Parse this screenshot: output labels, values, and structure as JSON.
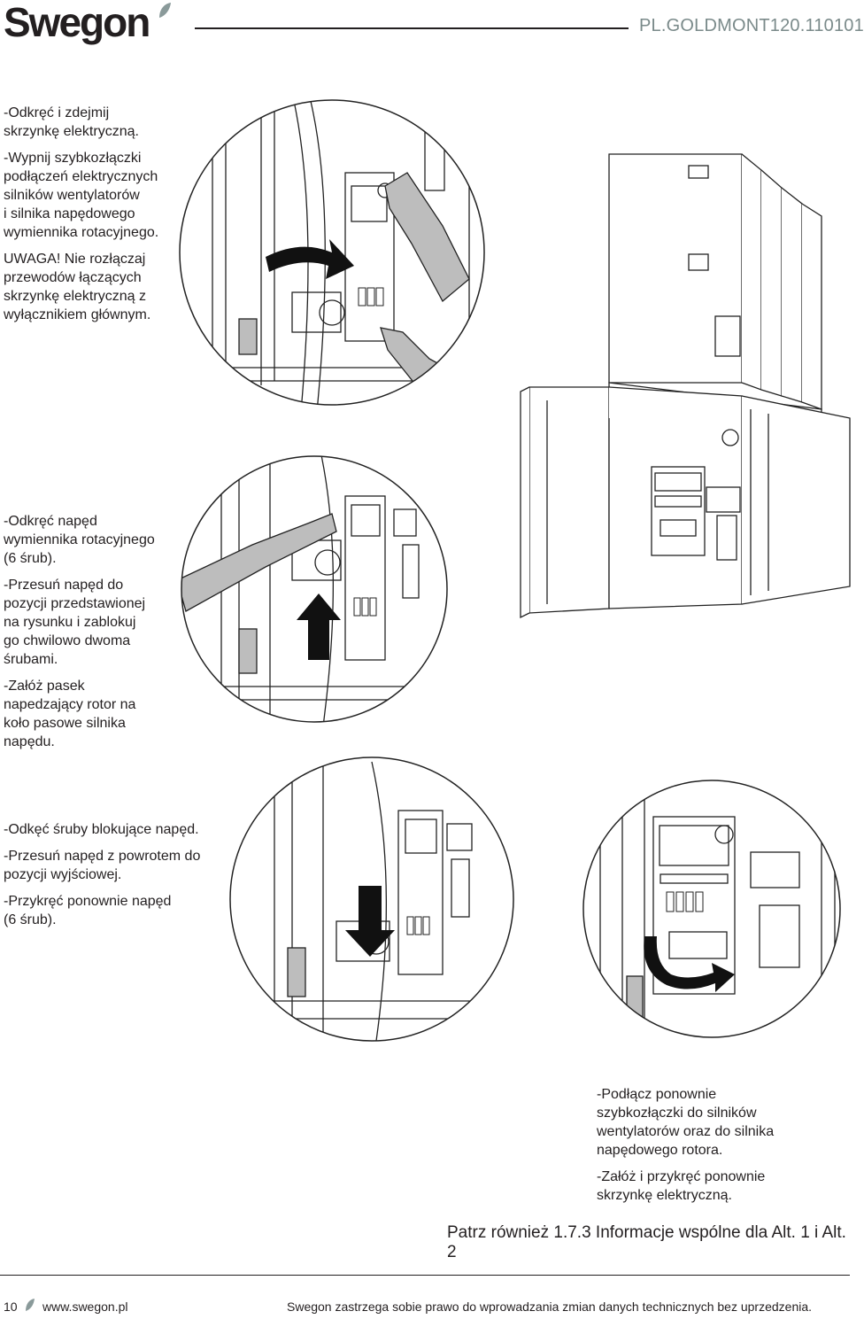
{
  "header": {
    "logo_text": "Swegon",
    "doc_code": "PL.GOLDMONT120.110101"
  },
  "steps": [
    {
      "paragraphs": [
        "-Odkręć i zdejmij\nskrzynkę elektryczną.",
        "-Wypnij szybkozłączki\npodłączeń elektrycznych\nsilników wentylatorów\ni silnika napędowego\nwymiennika rotacyjnego.",
        "UWAGA! Nie rozłączaj\nprzewodów łączących\nskrzynkę elektryczną z\nwyłącznikiem głównym."
      ]
    },
    {
      "paragraphs": [
        "-Odkręć napęd\nwymiennika rotacyjnego\n(6 śrub).",
        "-Przesuń napęd do\npozycji przedstawionej\nna rysunku i zablokuj\ngo chwilowo dwoma\nśrubami.",
        "-Załóż pasek\nnapedzający rotor na\nkoło pasowe silnika\nnapędu."
      ]
    },
    {
      "paragraphs": [
        "-Odkęć śruby blokujące napęd.",
        "-Przesuń napęd z powrotem do\npozycji wyjściowej.",
        "-Przykręć ponownie napęd\n(6 śrub)."
      ]
    },
    {
      "paragraphs": [
        "-Podłącz ponownie\nszybkozłączki do silników\nwentylatorów oraz do silnika\nnapędowego rotora.",
        "-Załóż i przykręć ponownie\nskrzynkę elektryczną."
      ]
    }
  ],
  "see_also": "Patrz również 1.7.3 Informacje wspólne dla Alt. 1 i Alt. 2",
  "footer": {
    "page_number": "10",
    "website": "www.swegon.pl",
    "disclaimer": "Swegon zastrzega sobie prawo do wprowadzania zmian danych technicznych bez uprzedzenia."
  },
  "colors": {
    "text": "#231f20",
    "doc_code": "#7a8a8a",
    "line_art": "#222222",
    "shade": "#bdbdbd"
  }
}
